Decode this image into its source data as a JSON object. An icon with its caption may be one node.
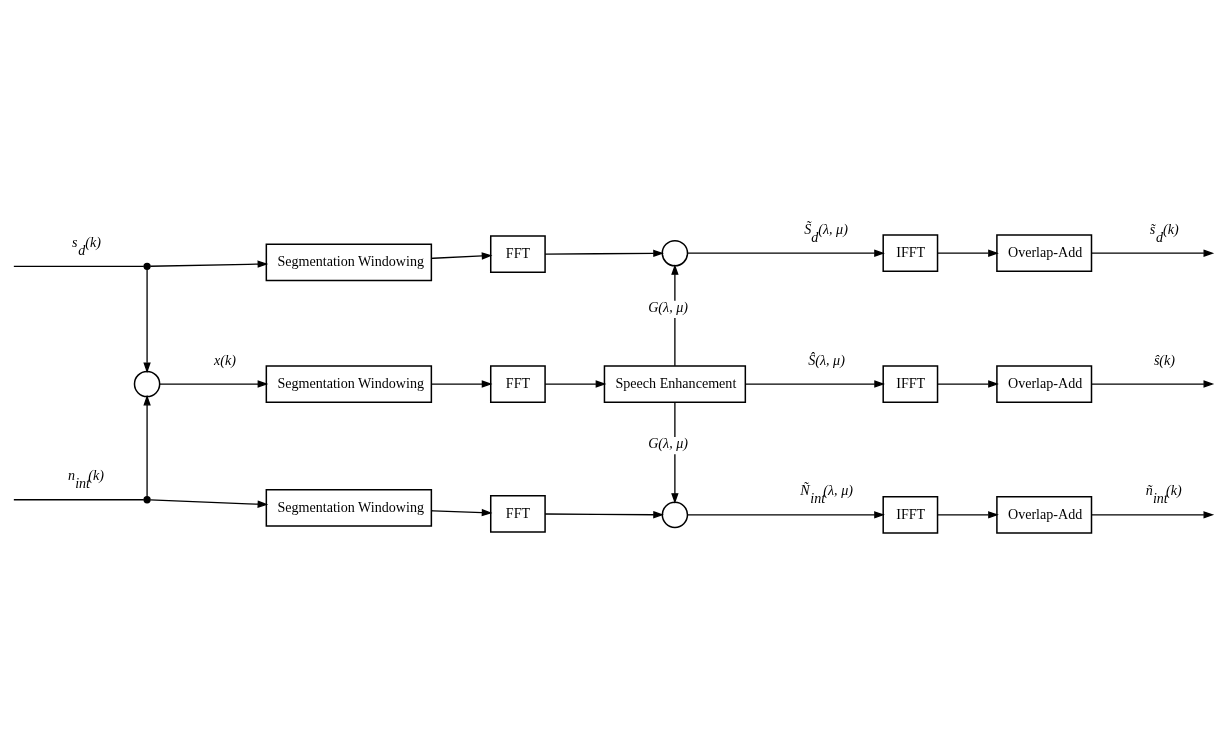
{
  "diagram": {
    "nodes": [
      {
        "text": [
          "Segmentation Windowing"
        ]
      },
      {
        "text": [
          "FFT"
        ]
      },
      {
        "text": [],
        "shape": "circle"
      },
      {
        "text": [
          "IFFT"
        ]
      },
      {
        "text": [
          "Overlap-Add"
        ]
      },
      {
        "text": [
          "Segmentation Windowing"
        ]
      },
      {
        "text": [
          "FFT"
        ]
      },
      {
        "text": [
          "Speech Enhancement"
        ]
      },
      {
        "text": [
          "IFFT"
        ]
      },
      {
        "text": [
          "Overlap-Add"
        ]
      },
      {
        "text": [
          "Segmentation Windowing"
        ]
      },
      {
        "text": [
          "FFT"
        ]
      },
      {
        "text": [],
        "shape": "circle"
      },
      {
        "text": [
          "IFFT"
        ]
      },
      {
        "text": [
          "Overlap-Add"
        ]
      },
      {
        "text": [],
        "shape": "circle"
      },
      {
        "text": [],
        "shape": "dot"
      },
      {
        "text": [],
        "shape": "dot"
      }
    ],
    "edges": [
      {
        "from": null,
        "to": 16,
        "arrow": "none",
        "label": "s$_{d}$(k)"
      },
      {
        "from": 16,
        "to": 0,
        "arrow": "to"
      },
      {
        "from": 16,
        "to": 15,
        "arrow": "to"
      },
      {
        "from": null,
        "to": 17,
        "arrow": "none",
        "label": "n$_{int}$(k)"
      },
      {
        "from": 17,
        "to": 10,
        "arrow": "to"
      },
      {
        "from": 17,
        "to": 15,
        "arrow": "to"
      },
      {
        "from": 15,
        "to": 5,
        "arrow": "to",
        "label": "x(k)"
      },
      {
        "from": 0,
        "to": 1,
        "arrow": "to"
      },
      {
        "from": 1,
        "to": 2,
        "arrow": "to"
      },
      {
        "from": 2,
        "to": 3,
        "arrow": "to",
        "label": "S̃$_{d}$(λ, μ)"
      },
      {
        "from": 3,
        "to": 4,
        "arrow": "to"
      },
      {
        "from": 4,
        "to": null,
        "arrow": "to",
        "label": "s̃$_{d}$(k)"
      },
      {
        "from": 5,
        "to": 6,
        "arrow": "to"
      },
      {
        "from": 6,
        "to": 7,
        "arrow": "to"
      },
      {
        "from": 7,
        "to": 8,
        "arrow": "to",
        "label": "Ŝ(λ, μ)"
      },
      {
        "from": 8,
        "to": 9,
        "arrow": "to"
      },
      {
        "from": 9,
        "to": null,
        "arrow": "to",
        "label": "ŝ(k)"
      },
      {
        "from": 10,
        "to": 11,
        "arrow": "to"
      },
      {
        "from": 11,
        "to": 12,
        "arrow": "to"
      },
      {
        "from": 12,
        "to": 13,
        "arrow": "to",
        "label": "Ñ$_{int}$(λ, μ)"
      },
      {
        "from": 13,
        "to": 14,
        "arrow": "to"
      },
      {
        "from": 14,
        "to": null,
        "arrow": "to",
        "label": "ñ$_{int}$(k)"
      },
      {
        "from": 7,
        "to": 2,
        "arrow": "to",
        "label": "G(λ, μ)"
      },
      {
        "from": 7,
        "to": 12,
        "arrow": "to",
        "label": "G(λ, μ)"
      }
    ]
  }
}
